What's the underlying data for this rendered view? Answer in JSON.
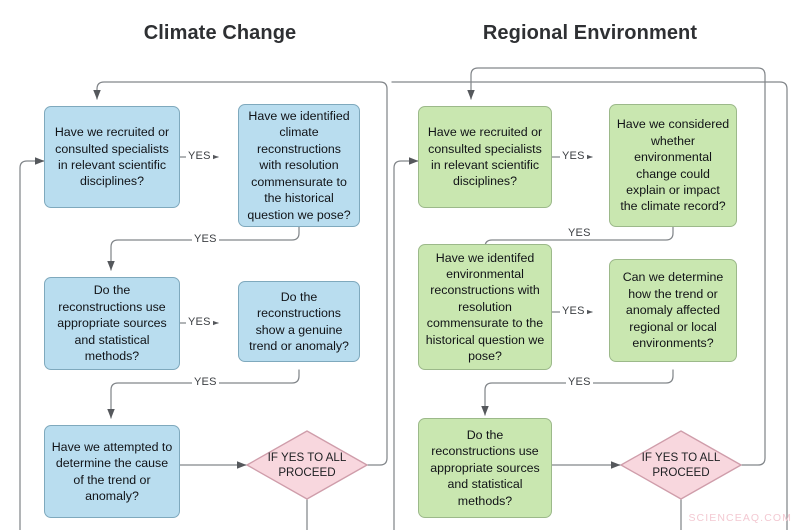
{
  "columns": [
    {
      "id": "climate-change",
      "title": "Climate Change"
    },
    {
      "id": "regional-environment",
      "title": "Regional Environment"
    }
  ],
  "colors": {
    "blue_fill": "#b9ddef",
    "blue_stroke": "#7fa9bd",
    "green_fill": "#c9e7b0",
    "green_stroke": "#9cb98a",
    "pink_fill": "#f8d7de",
    "pink_stroke": "#cf9daa",
    "connector": "#72767a",
    "text": "#111317",
    "title": "#2e3033",
    "background": "#ffffff",
    "watermark": "#f3c9d2"
  },
  "nodes": {
    "cc1": "Have we recruited or consulted specialists in relevant scientific disciplines?",
    "cc2": "Have we identified climate reconstructions with resolution commensurate to the historical question we pose?",
    "cc3": "Do the reconstructions use appropriate sources and statistical methods?",
    "cc4": "Do the reconstructions show a genuine trend or anomaly?",
    "cc5": "Have we attempted to determine the cause of the trend or anomaly?",
    "cc_decision": "IF YES TO ALL\nPROCEED",
    "re1": "Have we recruited or consulted specialists in relevant scientific disciplines?",
    "re2": "Have we considered whether environmental change could explain or impact the climate record?",
    "re3": "Have we identifed environmental reconstructions with resolution commensurate to the historical question we pose?",
    "re4": "Can we determine how the trend or anomaly affected regional or local environments?",
    "re5": "Do the reconstructions use appropriate sources and statistical methods?",
    "re_decision": "IF YES TO ALL\nPROCEED"
  },
  "edge_labels": {
    "cc_e1": "YES",
    "cc_e2": "YES",
    "cc_e3": "YES",
    "cc_e4": "YES",
    "re_e1": "YES",
    "re_e2": "YES",
    "re_e3": "YES",
    "re_e4": "YES"
  },
  "watermark": "SCIENCEAQ.COM"
}
